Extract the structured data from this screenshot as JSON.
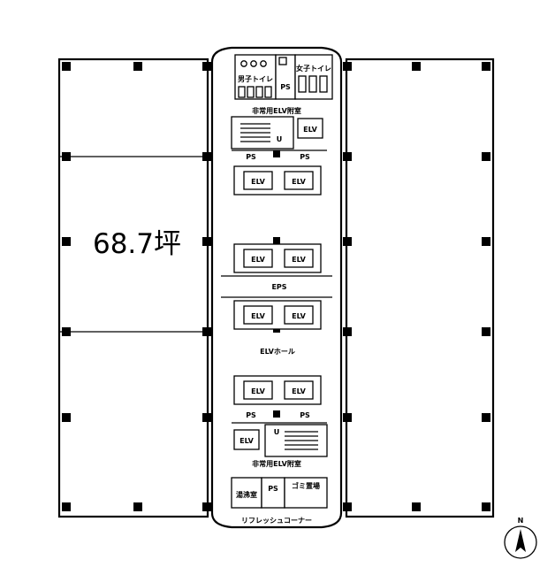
{
  "floor_plan": {
    "rental_area": "68.7坪",
    "labels": {
      "mens_toilet": "男子トイレ",
      "womens_toilet": "女子トイレ",
      "ps": "PS",
      "emergency_elv_lobby": "非常用ELV附室",
      "elv": "ELV",
      "eps": "EPS",
      "elv_hall": "ELVホール",
      "kitchenette": "湯沸室",
      "garbage_room": "ゴミ置場",
      "refresh_corner": "リフレッシュコーナー"
    },
    "north_label": "N"
  }
}
